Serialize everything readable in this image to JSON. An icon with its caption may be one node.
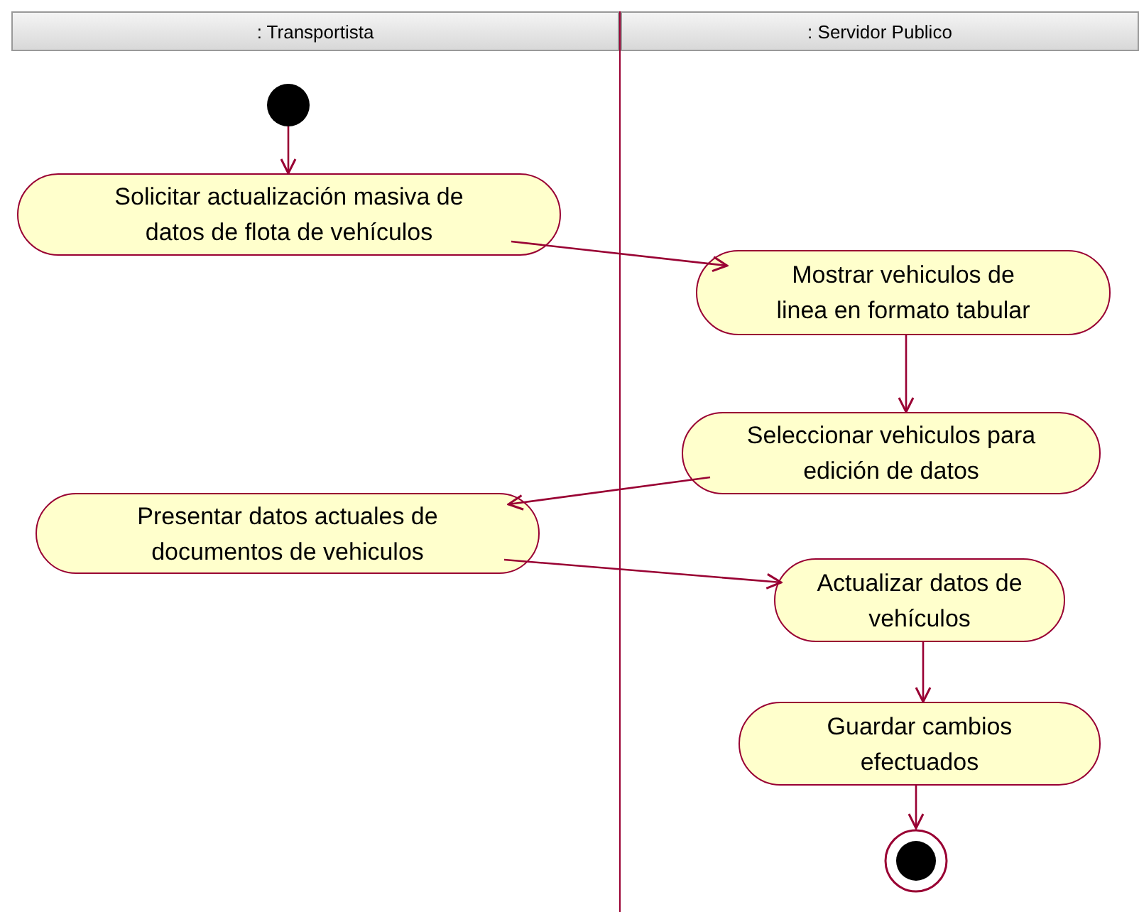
{
  "diagram": {
    "nodes": [
      {
        "text": [
          ": Transportista"
        ]
      },
      {
        "text": [
          ": Servidor Publico"
        ]
      },
      {
        "text": [],
        "shape": "circle",
        "in": 0
      },
      {
        "text": [
          "Solicitar actualización masiva de datos de flota de vehículos"
        ],
        "in": 0
      },
      {
        "text": [
          "Mostrar vehiculos de linea en formato tabular"
        ],
        "in": 1
      },
      {
        "text": [
          "Seleccionar vehiculos para edición de datos"
        ],
        "in": 1
      },
      {
        "text": [
          "Presentar datos actuales de documentos de vehiculos"
        ],
        "in": 0
      },
      {
        "text": [
          "Actualizar datos de vehículos"
        ],
        "in": 1
      },
      {
        "text": [
          "Guardar cambios efectuados"
        ],
        "in": 1
      },
      {
        "text": [],
        "shape": "circle",
        "in": 1
      }
    ],
    "edges": [
      {
        "from": 2,
        "to": 3,
        "arrow": "to"
      },
      {
        "from": 3,
        "to": 4,
        "arrow": "to"
      },
      {
        "from": 4,
        "to": 5,
        "arrow": "to"
      },
      {
        "from": 5,
        "to": 6,
        "arrow": "to"
      },
      {
        "from": 6,
        "to": 7,
        "arrow": "to"
      },
      {
        "from": 7,
        "to": 8,
        "arrow": "to"
      },
      {
        "from": 8,
        "to": 9,
        "arrow": "to"
      }
    ]
  }
}
